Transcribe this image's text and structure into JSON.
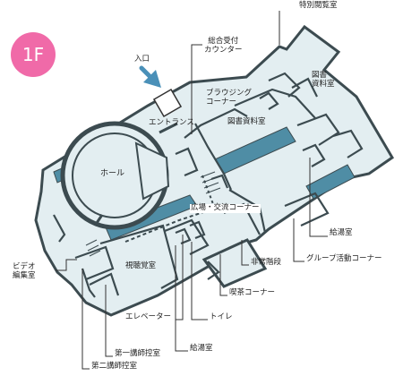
{
  "floor": {
    "label": "1F"
  },
  "entrance": {
    "label": "入口"
  },
  "rooms": {
    "hall": "ホール",
    "entrance_hall": "エントランス",
    "browsing": "ブラウジング\nコーナー",
    "library_room": "図書資料室",
    "library_room_2": "図書\n資料室",
    "plaza": "広場・交流コーナー",
    "viewing": "視聴覚室"
  },
  "callouts": {
    "special_reading": "特別閲覧室",
    "reception": "総合受付\nカウンター",
    "kitchenette_right": "給湯室",
    "group_activity": "グループ活動コーナー",
    "emergency_stairs": "非常階段",
    "tea_corner": "喫茶コーナー",
    "toilet": "トイレ",
    "kitchenette_bottom": "給湯室",
    "elevator": "エレベーター",
    "lecturer_room_1": "第一講師控室",
    "lecturer_room_2": "第二講師控室",
    "video_editing": "ビデオ\n編集室"
  },
  "colors": {
    "badge": "#f06aa8",
    "floor": "#e3eef1",
    "wall": "#3c4b50",
    "highlight": "#4f8da5",
    "arrow": "#4a90b8",
    "leader": "#333333"
  }
}
